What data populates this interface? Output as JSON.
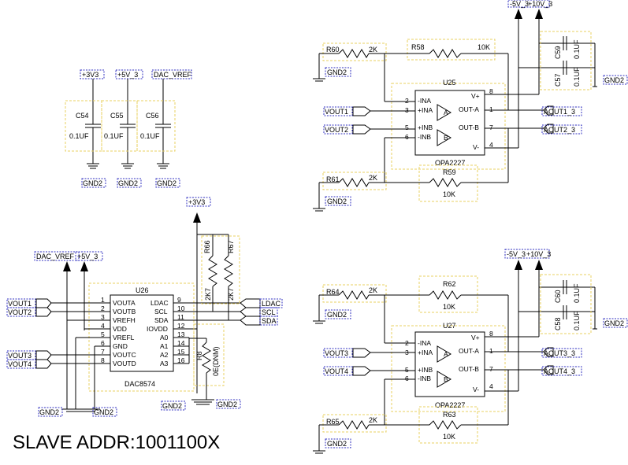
{
  "title": "SLAVE ADDR:1001100X",
  "capacitors_top": [
    {
      "ref": "C54",
      "value": "0.1UF",
      "net": "+3V3"
    },
    {
      "ref": "C55",
      "value": "0.1UF",
      "net": "+5V_3"
    },
    {
      "ref": "C56",
      "value": "0.1UF",
      "net": "DAC_VREF"
    }
  ],
  "gnd_label": "GND2",
  "dac": {
    "ref": "U26",
    "part": "DAC8574",
    "left_pins": [
      {
        "num": "1",
        "name": "VOUTA"
      },
      {
        "num": "2",
        "name": "VOUTB"
      },
      {
        "num": "3",
        "name": "VREFH"
      },
      {
        "num": "4",
        "name": "VDD"
      },
      {
        "num": "5",
        "name": "VREFL"
      },
      {
        "num": "6",
        "name": "GND"
      },
      {
        "num": "7",
        "name": "VOUTC"
      },
      {
        "num": "8",
        "name": "VOUTD"
      }
    ],
    "right_pins": [
      {
        "num": "9",
        "name": "LDAC"
      },
      {
        "num": "10",
        "name": "SCL"
      },
      {
        "num": "11",
        "name": "SDA"
      },
      {
        "num": "12",
        "name": "IOVDD"
      },
      {
        "num": "13",
        "name": "A0"
      },
      {
        "num": "14",
        "name": "A1"
      },
      {
        "num": "15",
        "name": "A2"
      },
      {
        "num": "16",
        "name": "A3"
      }
    ],
    "vout_nets": [
      "VOUT1",
      "VOUT2",
      "VOUT3",
      "VOUT4"
    ],
    "io_nets": [
      "LDAC",
      "SCL",
      "SDA"
    ],
    "supply_nets": [
      "DAC_VREF",
      "+5V_3",
      "+3V3"
    ]
  },
  "pullups": [
    {
      "ref": "R66",
      "value": "2K7"
    },
    {
      "ref": "R67",
      "value": "2K7"
    }
  ],
  "r8": {
    "ref": "R8",
    "value": "0E(DNM)"
  },
  "amps": [
    {
      "ref": "U25",
      "part": "OPA2227",
      "r_in_top": {
        "ref": "R60",
        "value": "2K"
      },
      "r_fb_top": {
        "ref": "R58",
        "value": "10K"
      },
      "r_in_bot": {
        "ref": "R61",
        "value": "2K"
      },
      "r_fb_bot": {
        "ref": "R59",
        "value": "10K"
      },
      "in_a": "VOUT1",
      "in_b": "VOUT2",
      "out_a": "AOUT1_3",
      "out_b": "AOUT2_3",
      "caps": [
        {
          "ref": "C59",
          "value": "0.1UF"
        },
        {
          "ref": "C57",
          "value": "0.1UF"
        }
      ]
    },
    {
      "ref": "U27",
      "part": "OPA2227",
      "r_in_top": {
        "ref": "R64",
        "value": "2K"
      },
      "r_fb_top": {
        "ref": "R62",
        "value": "10K"
      },
      "r_in_bot": {
        "ref": "R65",
        "value": "2K"
      },
      "r_fb_bot": {
        "ref": "R63",
        "value": "10K"
      },
      "in_a": "VOUT3",
      "in_b": "VOUT4",
      "out_a": "AOUT3_3",
      "out_b": "AOUT4_3",
      "caps": [
        {
          "ref": "C60",
          "value": "0.1UF"
        },
        {
          "ref": "C58",
          "value": "0.1UF"
        }
      ]
    }
  ],
  "amp_pins": [
    {
      "num": "2",
      "name": "-INA"
    },
    {
      "num": "3",
      "name": "+INA"
    },
    {
      "num": "5",
      "name": "+INB"
    },
    {
      "num": "6",
      "name": "-INB"
    },
    {
      "num": "8",
      "name": "V+"
    },
    {
      "num": "1",
      "name": "OUT-A"
    },
    {
      "num": "7",
      "name": "OUT-B"
    },
    {
      "num": "4",
      "name": "V-"
    }
  ],
  "amp_supply_neg": "-5V_3",
  "amp_supply_pos": "+10V_3",
  "amp_sections": [
    "A",
    "B"
  ]
}
